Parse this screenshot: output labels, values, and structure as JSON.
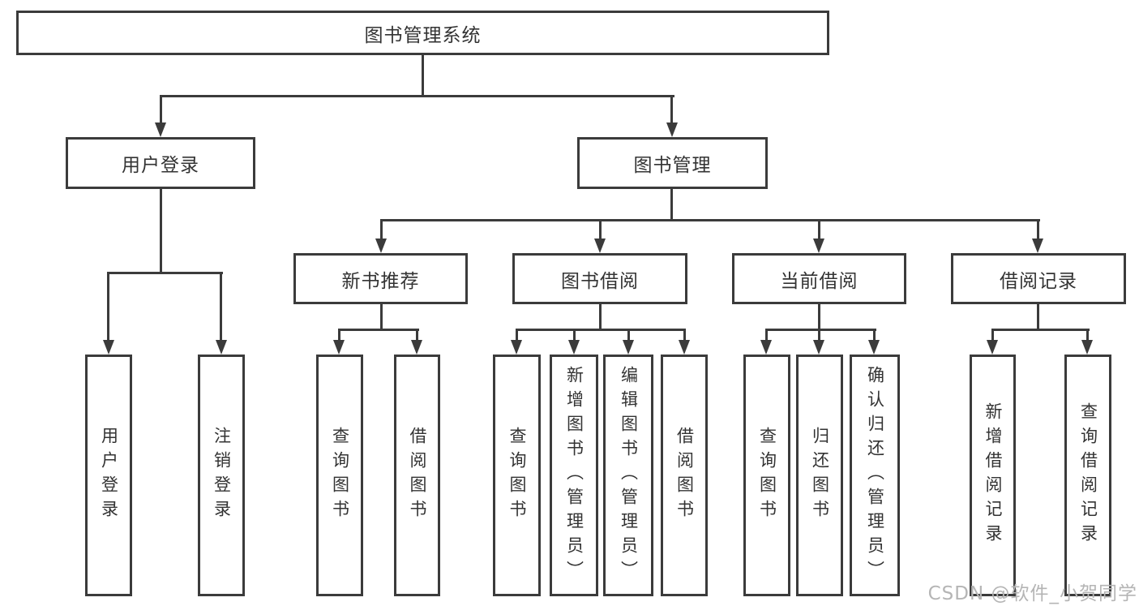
{
  "nodes": {
    "root": "图书管理系统",
    "user_login": "用户登录",
    "book_mgmt": "图书管理",
    "new_book_rec": "新书推荐",
    "book_borrow": "图书借阅",
    "current_borrow": "当前借阅",
    "borrow_record": "借阅记录",
    "ul_login": "用户登录",
    "ul_logout": "注销登录",
    "nr_query": "查询图书",
    "nr_borrow": "借阅图书",
    "bb_query": "查询图书",
    "bb_add": "新增图书（管理员）",
    "bb_edit": "编辑图书（管理员）",
    "bb_borrow": "借阅图书",
    "cb_query": "查询图书",
    "cb_return": "归还图书",
    "cb_confirm": "确认归还（管理员）",
    "br_add": "新增借阅记录",
    "br_query": "查询借阅记录"
  },
  "watermark": "CSDN @软件_小贺同学",
  "colors": {
    "line": "#3b3b3b",
    "text": "#333333",
    "watermark": "#b5b5b5",
    "background": "#ffffff"
  }
}
